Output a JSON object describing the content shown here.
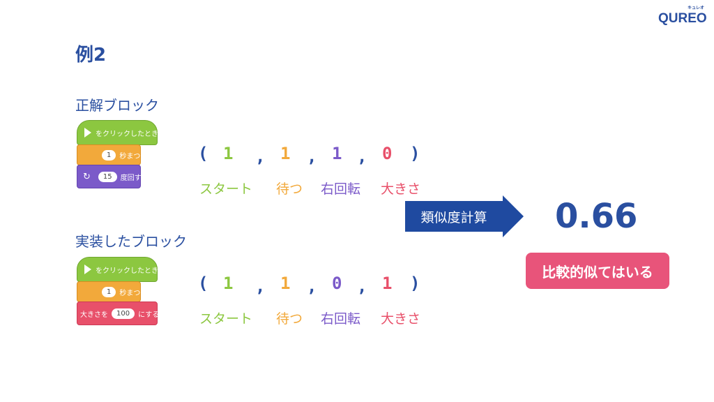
{
  "logo": {
    "small": "キュレオ",
    "text": "QUREO"
  },
  "title": "例2",
  "sections": {
    "correct": {
      "heading": "正解ブロック",
      "blocks": {
        "hat": "をクリックしたとき",
        "wait_value": "1",
        "wait_label": "秒まつ",
        "turn_value": "15",
        "turn_label": "度回す"
      },
      "vector": {
        "open": "(",
        "close": ")",
        "sep": ",",
        "v1": "1",
        "v2": "1",
        "v3": "1",
        "v4": "0"
      },
      "labels": {
        "l1": "スタート",
        "l2": "待つ",
        "l3": "右回転",
        "l4": "大きさ"
      }
    },
    "implemented": {
      "heading": "実装したブロック",
      "blocks": {
        "hat": "をクリックしたとき",
        "wait_value": "1",
        "wait_label": "秒まつ",
        "size_prefix": "大きさを",
        "size_value": "100",
        "size_label": "にする"
      },
      "vector": {
        "open": "(",
        "close": ")",
        "sep": ",",
        "v1": "1",
        "v2": "1",
        "v3": "0",
        "v4": "1"
      },
      "labels": {
        "l1": "スタート",
        "l2": "待つ",
        "l3": "右回転",
        "l4": "大きさ"
      }
    }
  },
  "arrow_label": "類似度計算",
  "score": "0.66",
  "badge": "比較的似てはいる",
  "colors": {
    "start": "#8cc740",
    "wait": "#f2a93b",
    "turn": "#7b5ac9",
    "size": "#e8506a",
    "primary": "#2a4fa0",
    "arrow": "#1f4aa0",
    "badge": "#e8547a"
  }
}
